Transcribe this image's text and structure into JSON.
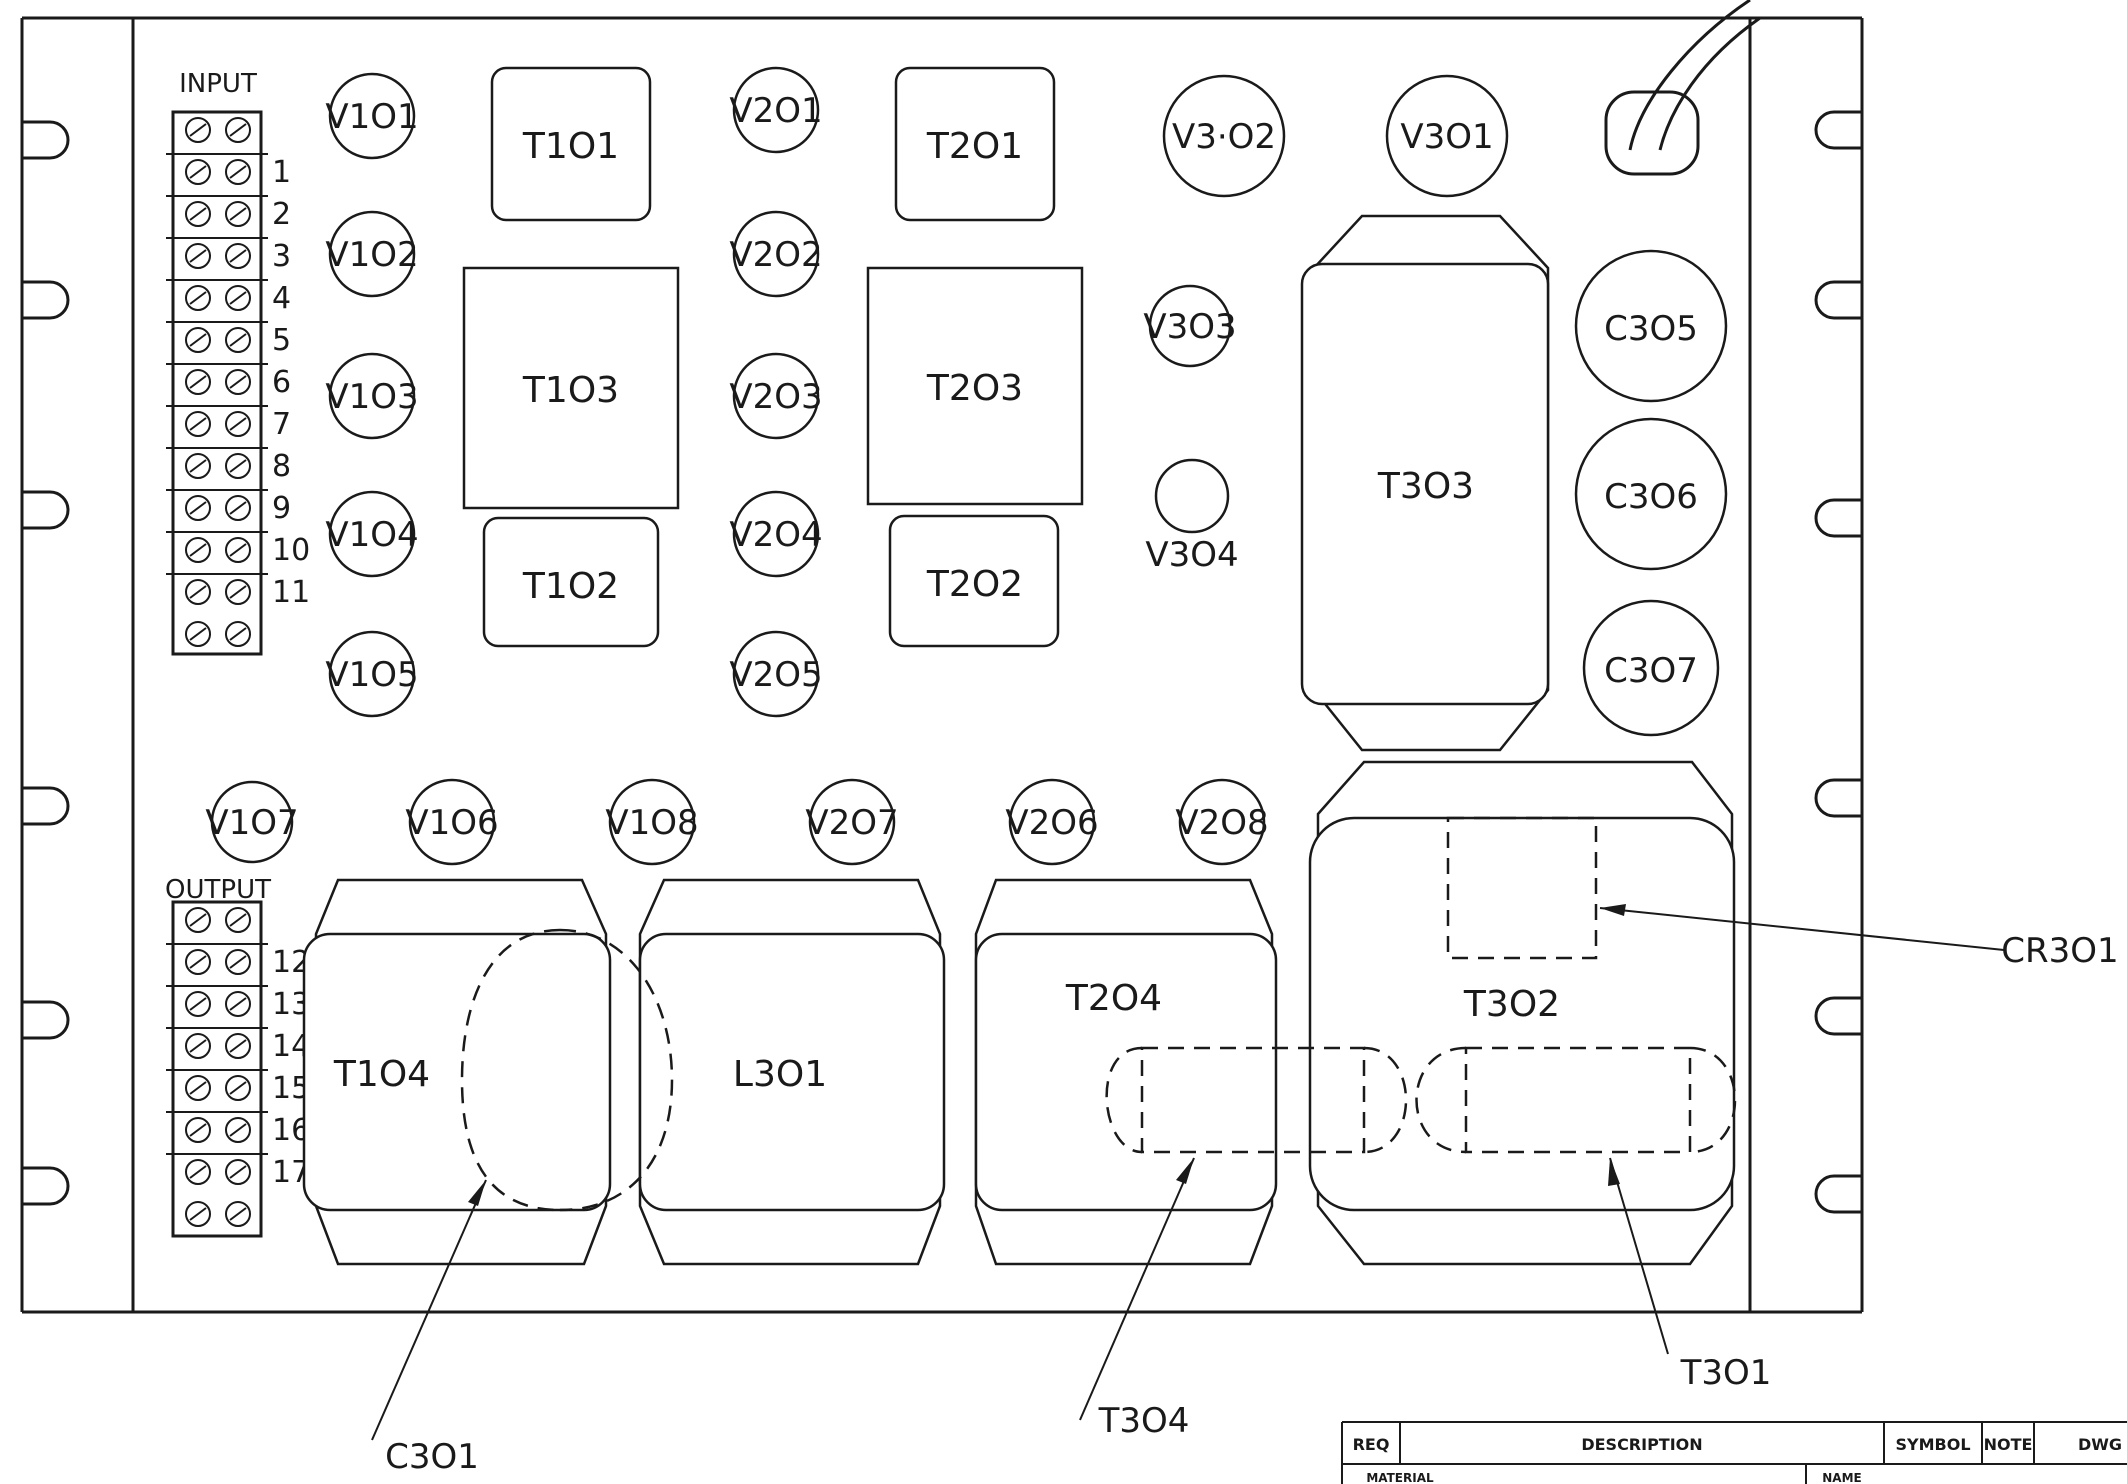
{
  "drawing": {
    "terminals": {
      "input_label": "INPUT",
      "output_label": "OUTPUT",
      "input_numbers": [
        "1",
        "2",
        "3",
        "4",
        "5",
        "6",
        "7",
        "8",
        "9",
        "10",
        "11"
      ],
      "output_numbers": [
        "12",
        "13",
        "14",
        "15",
        "16",
        "17"
      ]
    },
    "tubes": {
      "v101": "V1O1",
      "v102": "V1O2",
      "v103": "V1O3",
      "v104": "V1O4",
      "v105": "V1O5",
      "v106": "V1O6",
      "v107": "V1O7",
      "v108": "V1O8",
      "v201": "V2O1",
      "v202": "V2O2",
      "v203": "V2O3",
      "v204": "V2O4",
      "v205": "V2O5",
      "v206": "V2O6",
      "v207": "V2O7",
      "v208": "V2O8",
      "v302": "V3·O2",
      "v301": "V3O1",
      "v303": "V3O3",
      "v304": "V3O4"
    },
    "capacitors": {
      "c305": "C3O5",
      "c306": "C3O6",
      "c307": "C3O7"
    },
    "transformers": {
      "t101": "T1O1",
      "t102": "T1O2",
      "t103": "T1O3",
      "t104": "T1O4",
      "t201": "T2O1",
      "t202": "T2O2",
      "t203": "T2O3",
      "t204": "T2O4",
      "t302": "T3O2",
      "t303": "T3O3",
      "l301": "L3O1"
    },
    "callouts": {
      "cr301": "CR3O1",
      "t301": "T3O1",
      "t304": "T3O4",
      "c301": "C3O1"
    },
    "title_block": {
      "req": "REQ",
      "description": "DESCRIPTION",
      "symbol": "SYMBOL",
      "note": "NOTE",
      "dwg": "DWG",
      "material": "MATERIAL",
      "name": "NAME"
    }
  }
}
